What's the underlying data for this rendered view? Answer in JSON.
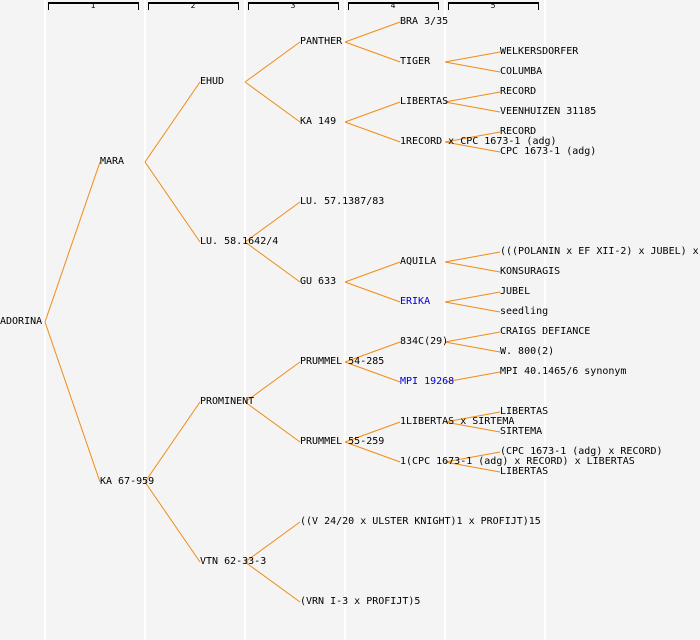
{
  "columns": [
    "1",
    "2",
    "3",
    "4",
    "5"
  ],
  "line_color": "#f08c14",
  "link_color": "#0000cc",
  "tree": {
    "name": "ADORINA",
    "children": [
      {
        "name": "MARA",
        "children": [
          {
            "name": "EHUD",
            "children": [
              {
                "name": "PANTHER",
                "children": [
                  {
                    "name": "BRA 3/35"
                  },
                  {
                    "name": "TIGER",
                    "children": [
                      {
                        "name": "WELKERSDORFER"
                      },
                      {
                        "name": "COLUMBA"
                      }
                    ]
                  }
                ]
              },
              {
                "name": "KA 149",
                "children": [
                  {
                    "name": "LIBERTAS",
                    "children": [
                      {
                        "name": "RECORD"
                      },
                      {
                        "name": "VEENHUIZEN 31185"
                      }
                    ]
                  },
                  {
                    "name": "1RECORD x CPC 1673-1 (adg)",
                    "children": [
                      {
                        "name": "RECORD"
                      },
                      {
                        "name": "CPC 1673-1 (adg)"
                      }
                    ]
                  }
                ]
              }
            ]
          },
          {
            "name": "LU. 58.1642/4",
            "children": [
              {
                "name": "LU. 57.1387/83"
              },
              {
                "name": "GU 633",
                "children": [
                  {
                    "name": "AQUILA",
                    "children": [
                      {
                        "name": "(((POLANIN x EF XII-2) x JUBEL) x"
                      },
                      {
                        "name": "KONSURAGIS"
                      }
                    ]
                  },
                  {
                    "name": "ERIKA",
                    "link": true,
                    "children": [
                      {
                        "name": "JUBEL"
                      },
                      {
                        "name": "seedling"
                      }
                    ]
                  }
                ]
              }
            ]
          }
        ]
      },
      {
        "name": "KA 67-959",
        "children": [
          {
            "name": "PROMINENT",
            "children": [
              {
                "name": "PRUMMEL 54-285",
                "children": [
                  {
                    "name": "834C(29)",
                    "children": [
                      {
                        "name": "CRAIGS DEFIANCE"
                      },
                      {
                        "name": "W. 800(2)"
                      }
                    ]
                  },
                  {
                    "name": "MPI 19268",
                    "link": true,
                    "children": [
                      {
                        "name": "MPI 40.1465/6 synonym"
                      }
                    ]
                  }
                ]
              },
              {
                "name": "PRUMMEL 55-259",
                "children": [
                  {
                    "name": "1LIBERTAS x SIRTEMA",
                    "children": [
                      {
                        "name": "LIBERTAS"
                      },
                      {
                        "name": "SIRTEMA"
                      }
                    ]
                  },
                  {
                    "name": "1(CPC 1673-1 (adg) x RECORD) x LIBERTAS",
                    "children": [
                      {
                        "name": "(CPC 1673-1 (adg) x RECORD)"
                      },
                      {
                        "name": "LIBERTAS"
                      }
                    ]
                  }
                ]
              }
            ]
          },
          {
            "name": "VTN 62-33-3",
            "children": [
              {
                "name": "((V 24/20 x ULSTER KNIGHT)1 x PROFIJT)15"
              },
              {
                "name": "(VRN I-3 x PROFIJT)5"
              }
            ]
          }
        ]
      }
    ]
  }
}
